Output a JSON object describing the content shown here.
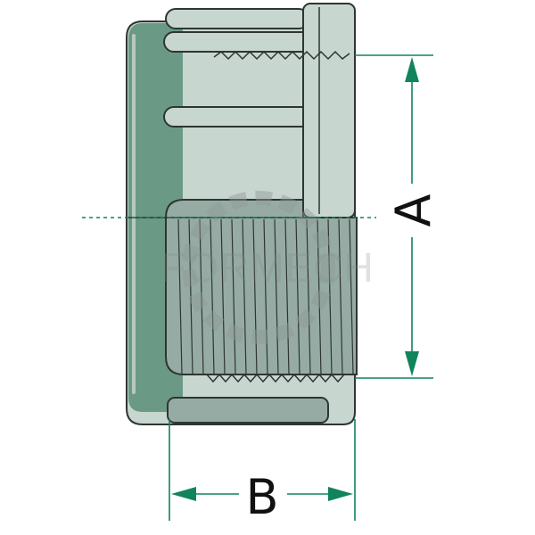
{
  "dimensions": {
    "a_label": "A",
    "b_label": "B"
  },
  "watermark": {
    "text": "FORMECH"
  },
  "colors": {
    "body_fill": "#c8d6d0",
    "body_shadow": "#6a9a86",
    "thread_fill": "#97aba5",
    "outline": "#2e3532",
    "dimension_line": "#11845b",
    "centerline": "#11845b",
    "label": "#111111"
  }
}
